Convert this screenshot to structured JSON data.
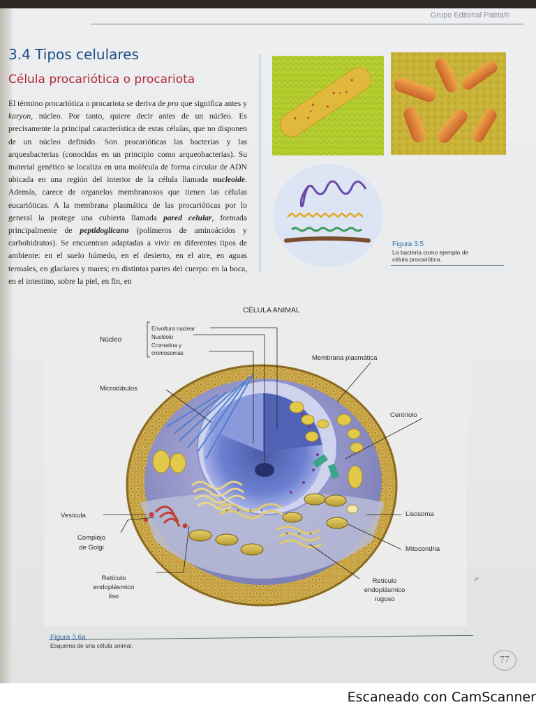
{
  "header": {
    "publisher": "Grupo Editorial Patria®"
  },
  "section": {
    "title": "3.4 Tipos celulares",
    "subtitle": "Célula procariótica o procariota",
    "body": {
      "p1": "El término procariótica o procariota se deriva de ",
      "pro": "pro",
      "p2": " que significa antes y ",
      "karyon": "karyon",
      "p3": ", núcleo. Por tanto, quiere decir antes de un núcleo. Es precisamente la principal característica de estas células, que no disponen de un núcleo definido. Son procarióticas las bacterias y las arqueabacterias (conocidas en un principio como arqueobacterias). Su material genético se localiza en una molécula de forma circular de ADN ubicada en una región del interior de la célula llamada ",
      "nucleoide": "nucleoide",
      "p4": ". Además, carece de organelos membranosos que tienen las células eucarióticas. A la membrana plasmática de las procarióticas por lo general la protege una cubierta llamada ",
      "pared": "pared celular",
      "p5": ", formada principalmente de ",
      "peptido": "peptidoglicano",
      "p6": " (polímeros de aminoácidos y carbohidratos). Se encuentran adaptadas a vivir en diferentes tipos de ambiente: en el suelo húmedo, en el desierto, en el aire, en aguas termales, en glaciares y mares; en distintas partes del cuerpo: en la boca, en el intestino, sobre la piel, en fin, en"
    }
  },
  "figure35": {
    "label": "Figura 3.5",
    "caption": "La bacteria como ejemplo de célula procariótica."
  },
  "figure36": {
    "title": "CÉLULA ANIMAL",
    "label": "Figura 3.6a",
    "caption": "Esquema de una célula animal.",
    "labels": {
      "nucleo": "Núcleo",
      "envoltura": "Envoltura nuclear",
      "nucleolo": "Nucléolo",
      "cromatina1": "Cromatina y",
      "cromatina2": "cromosomas",
      "membrana": "Membrana plasmática",
      "microtubulos": "Microtúbulos",
      "centriolo": "Centríolo",
      "vesicula": "Vesícula",
      "lisosoma": "Lisosoma",
      "golgi1": "Complejo",
      "golgi2": "de Golgi",
      "mitocondria": "Mitocondria",
      "rel1": "Retículo",
      "rel2": "endoplásmico",
      "rel3": "liso",
      "rer1": "Retículo",
      "rer2": "endoplásmico",
      "rer3": "rugoso"
    }
  },
  "page_number": "77",
  "scanner": "Escaneado con CamScanner",
  "colors": {
    "title_blue": "#1d4d86",
    "subtitle_red": "#b3283a",
    "caption_blue": "#2f6da6"
  }
}
